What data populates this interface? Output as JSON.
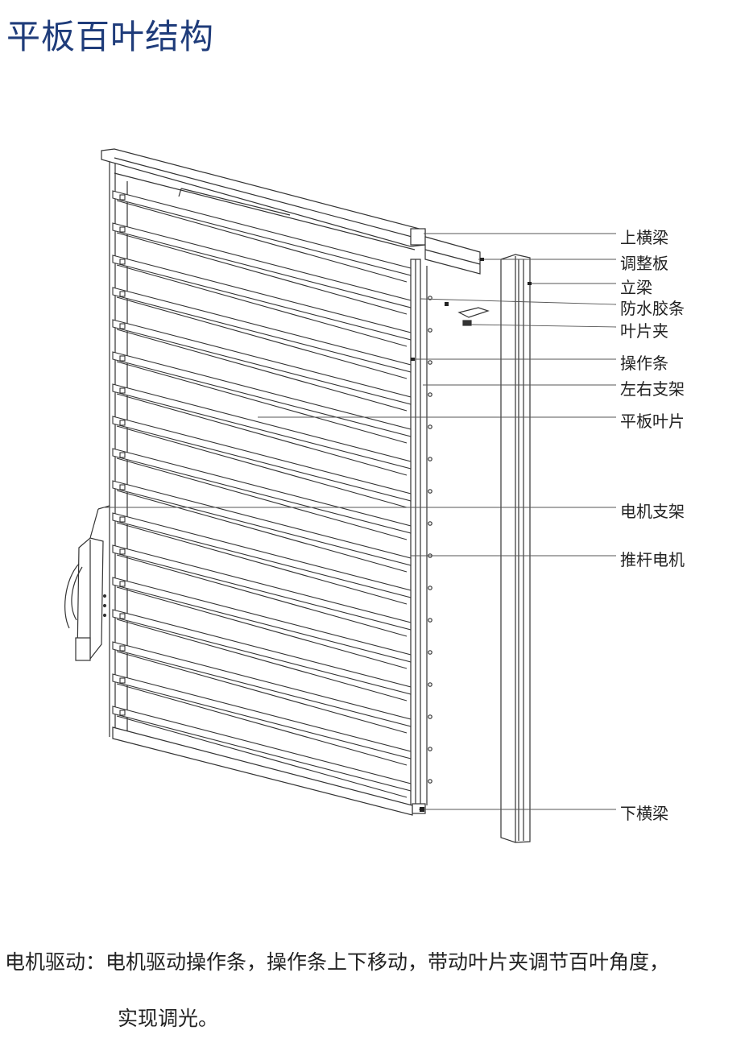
{
  "title": "平板百叶结构",
  "labels": [
    {
      "id": "top-beam",
      "text": "上横梁"
    },
    {
      "id": "adjust-plate",
      "text": "调整板"
    },
    {
      "id": "vertical-beam",
      "text": "立梁"
    },
    {
      "id": "waterproof-strip",
      "text": "防水胶条"
    },
    {
      "id": "blade-clip",
      "text": "叶片夹"
    },
    {
      "id": "operating-bar",
      "text": "操作条"
    },
    {
      "id": "side-bracket",
      "text": "左右支架"
    },
    {
      "id": "flat-blade",
      "text": "平板叶片"
    },
    {
      "id": "motor-bracket",
      "text": "电机支架"
    },
    {
      "id": "push-rod-motor",
      "text": "推杆电机"
    },
    {
      "id": "bottom-beam",
      "text": "下横梁"
    }
  ],
  "caption": {
    "line1": "电机驱动：电机驱动操作条，操作条上下移动，带动叶片夹调节百叶角度，",
    "line2": "实现调光。"
  }
}
